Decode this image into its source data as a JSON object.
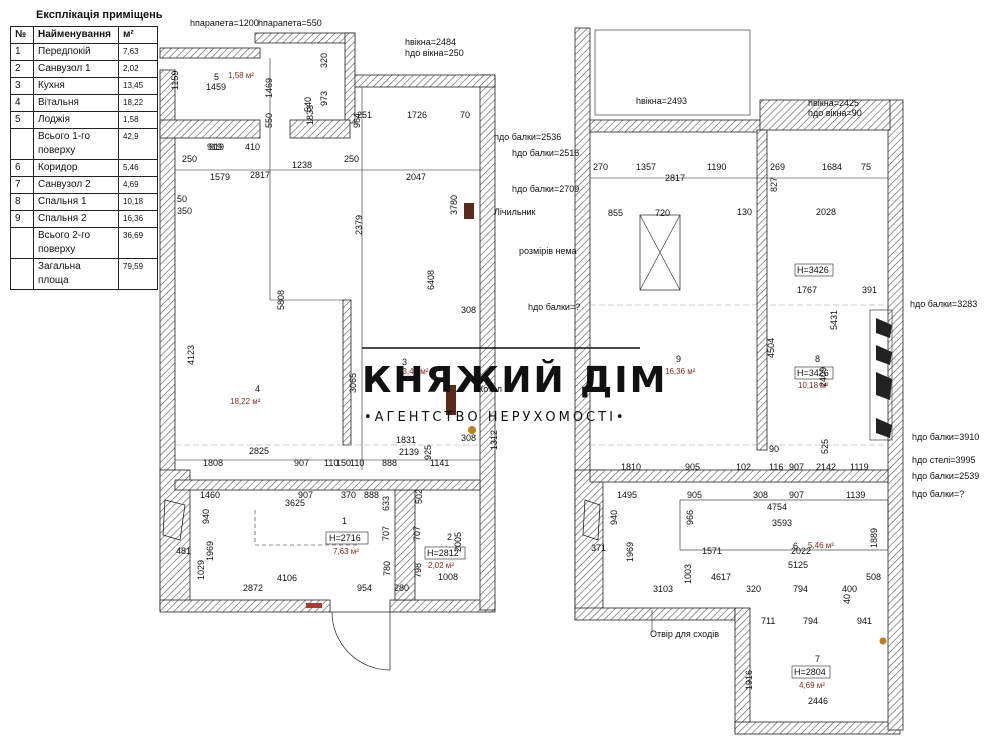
{
  "legend": {
    "title": "Експлікація приміщень",
    "headers": [
      "№",
      "Найменування",
      "м²"
    ],
    "rows": [
      {
        "num": "1",
        "name": "Передпокій",
        "area": "7,63"
      },
      {
        "num": "2",
        "name": "Санвузол 1",
        "area": "2,02"
      },
      {
        "num": "3",
        "name": "Кухня",
        "area": "13,45"
      },
      {
        "num": "4",
        "name": "Вітальня",
        "area": "18,22"
      },
      {
        "num": "5",
        "name": "Лоджія",
        "area": "1,58"
      },
      {
        "num": "",
        "name": "Всього 1-го поверху",
        "area": "42,9"
      },
      {
        "num": "6",
        "name": "Коридор",
        "area": "5,46"
      },
      {
        "num": "7",
        "name": "Санвузол 2",
        "area": "4,69"
      },
      {
        "num": "8",
        "name": "Спальня 1",
        "area": "10,18"
      },
      {
        "num": "9",
        "name": "Спальня 2",
        "area": "16,36"
      },
      {
        "num": "",
        "name": "Всього 2-го поверху",
        "area": "36,69"
      },
      {
        "num": "",
        "name": "Загальна площа",
        "area": "79,59"
      }
    ]
  },
  "watermark": {
    "title": "КНЯЖИЙ ДІМ",
    "subtitle": "•АГЕНТСТВО НЕРУХОМОСТІ•"
  },
  "floor1": {
    "heights": {
      "parapet1": "hпарапета=1200",
      "parapet2": "hпарапета=550",
      "window1": "hвікна=2484",
      "window1_sill": "hдо вікна=250",
      "beam1": "hдо балки=2536",
      "beam2": "hдо балки=2516",
      "beam3": "hдо балки=2709"
    },
    "meter_label": "Лічильник",
    "boiler_label": "Котел",
    "rooms": [
      {
        "num": "1",
        "area": "7,63 м²",
        "height": "H=2716"
      },
      {
        "num": "2",
        "area": "2,02 м²",
        "height": "H=2812"
      },
      {
        "num": "3",
        "area": "13,45 м²"
      },
      {
        "num": "4",
        "area": "18,22 м²"
      },
      {
        "num": "5",
        "area": "1,58 м²"
      }
    ],
    "dims": [
      "1459",
      "1159",
      "919",
      "1469",
      "1833",
      "540",
      "320",
      "973",
      "550",
      "919",
      "410",
      "251",
      "964",
      "1726",
      "70",
      "250",
      "1579",
      "1238",
      "250",
      "2817",
      "2047",
      "3780",
      "50",
      "350",
      "2379",
      "5808",
      "6408",
      "4123",
      "308",
      "3065",
      "2825",
      "1831",
      "308",
      "2139",
      "1312",
      "1808",
      "907",
      "110",
      "150",
      "110",
      "888",
      "1141",
      "925",
      "1460",
      "907",
      "370",
      "888",
      "3625",
      "633",
      "502",
      "940",
      "707",
      "707",
      "1969",
      "1029",
      "780",
      "798",
      "2005",
      "4106",
      "481",
      "2872",
      "954",
      "280",
      "1008"
    ]
  },
  "floor2": {
    "heights": {
      "window2": "hвікна=2493",
      "window3": "hвікна=2425",
      "window3_sill": "hдо вікна=90",
      "beam_q": "hдо балки=?",
      "beam3283": "hдо балки=3283",
      "beam3910": "hдо балки=3910",
      "stele": "hдо стелі=3995",
      "beam2539": "hдо балки=2539",
      "beam_q2": "hдо балки=?"
    },
    "no_size_label": "розмірів нема",
    "stair_hole_label": "Отвір для сходів",
    "rooms": [
      {
        "num": "6",
        "area": "5,46 м²"
      },
      {
        "num": "7",
        "area": "4,69 м²",
        "height": "H=2804"
      },
      {
        "num": "8",
        "area": "10,18 м²",
        "height": "H=3426"
      },
      {
        "num": "9",
        "area": "16,36 м²"
      }
    ],
    "room8_top_height": "H=3426",
    "dims": [
      "270",
      "1357",
      "1190",
      "269",
      "1684",
      "75",
      "2817",
      "827",
      "855",
      "720",
      "130",
      "2028",
      "1767",
      "391",
      "4504",
      "5431",
      "2409",
      "90",
      "525",
      "1810",
      "905",
      "102",
      "116",
      "907",
      "2142",
      "1119",
      "1495",
      "905",
      "308",
      "907",
      "1139",
      "4754",
      "966",
      "3593",
      "1571",
      "2022",
      "940",
      "1889",
      "1969",
      "5125",
      "371",
      "1003",
      "4617",
      "508",
      "3103",
      "320",
      "794",
      "400",
      "40",
      "711",
      "794",
      "941",
      "1916",
      "2446"
    ]
  }
}
